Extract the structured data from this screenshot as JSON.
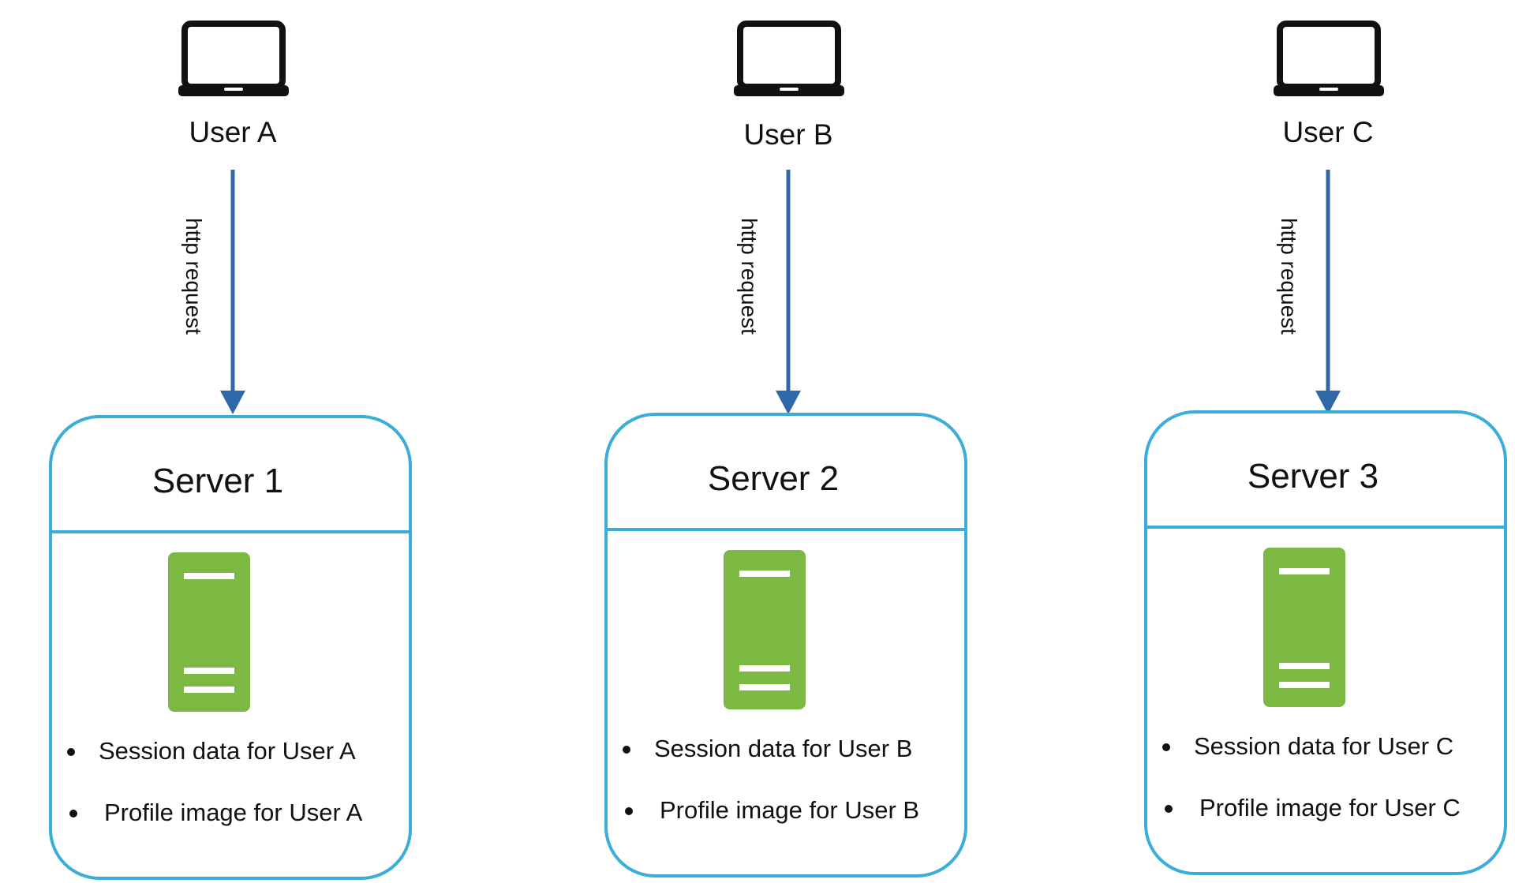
{
  "colors": {
    "arrow": "#2e68a8",
    "box_border": "#3aaed8",
    "server_icon": "#7bb942",
    "laptop": "#111111"
  },
  "columns": [
    {
      "user_label": "User A",
      "arrow_label": "http request",
      "server_title": "Server 1",
      "items": [
        "Session data for User A",
        "Profile image for User A"
      ]
    },
    {
      "user_label": "User B",
      "arrow_label": "http request",
      "server_title": "Server 2",
      "items": [
        "Session data for User B",
        "Profile image for User B"
      ]
    },
    {
      "user_label": "User C",
      "arrow_label": "http request",
      "server_title": "Server 3",
      "items": [
        "Session data for User C",
        "Profile image for User C"
      ]
    }
  ]
}
